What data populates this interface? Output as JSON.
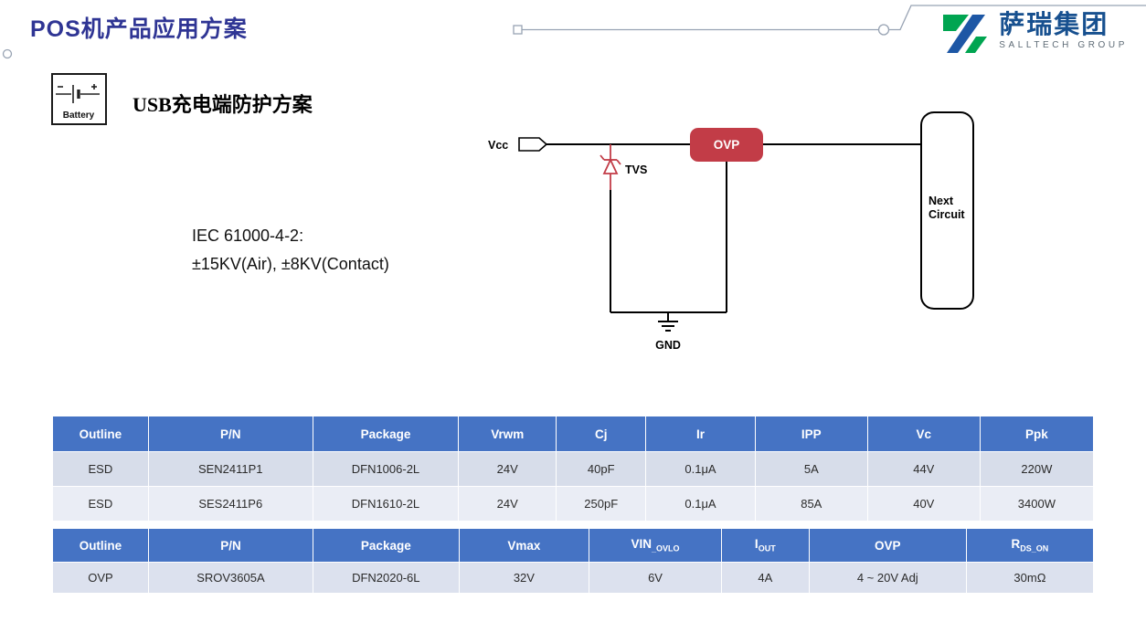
{
  "header": {
    "title": "POS机产品应用方案",
    "logo": {
      "cn": "萨瑞集团",
      "en": "SALLTECH GROUP"
    }
  },
  "section": {
    "battery_label": "Battery",
    "heading": "USB充电端防护方案",
    "iec_line1": "IEC 61000-4-2:",
    "iec_line2": "±15KV(Air), ±8KV(Contact)"
  },
  "circuit": {
    "vcc": "Vcc",
    "tvs": "TVS",
    "ovp": "OVP",
    "gnd": "GND",
    "next_circuit_lines": [
      "Next",
      "Circuit"
    ]
  },
  "tables": {
    "esd": {
      "headers": [
        {
          "t": "Outline"
        },
        {
          "t": "P/N"
        },
        {
          "t": "Package"
        },
        {
          "t": "Vrwm"
        },
        {
          "t": "Cj"
        },
        {
          "t": "Ir"
        },
        {
          "t": "IPP"
        },
        {
          "t": "Vc"
        },
        {
          "t": "Ppk"
        }
      ],
      "rows": [
        [
          "ESD",
          "SEN2411P1",
          "DFN1006-2L",
          "24V",
          "40pF",
          "0.1μA",
          "5A",
          "44V",
          "220W"
        ],
        [
          "ESD",
          "SES2411P6",
          "DFN1610-2L",
          "24V",
          "250pF",
          "0.1μA",
          "85A",
          "40V",
          "3400W"
        ]
      ]
    },
    "ovp": {
      "headers": [
        {
          "t": "Outline"
        },
        {
          "t": "P/N"
        },
        {
          "t": "Package"
        },
        {
          "t": "Vmax"
        },
        {
          "t": "VIN",
          "s": "_OVLO"
        },
        {
          "t": "I",
          "s": "OUT"
        },
        {
          "t": "OVP"
        },
        {
          "t": "R",
          "s": "DS_ON"
        }
      ],
      "rows": [
        [
          "OVP",
          "SROV3605A",
          "DFN2020-6L",
          "32V",
          "6V",
          "4A",
          "4 ~ 20V Adj",
          "30mΩ"
        ]
      ]
    }
  },
  "colors": {
    "accent": "#4573C4",
    "row_dark": "#D7DDEA",
    "row_light": "#EAEDF5",
    "row_mid": "#DCE1EE",
    "red": "#C23C47",
    "title": "#2F3594",
    "logo_green": "#00A551",
    "logo_blue": "#1D57A5"
  }
}
